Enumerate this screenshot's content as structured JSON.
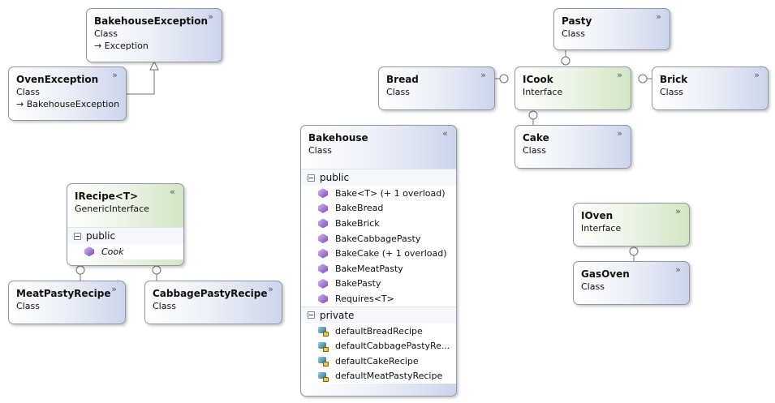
{
  "diagram": {
    "shapes": {
      "bakehouse_exception": {
        "name": "BakehouseException",
        "kind": "Class",
        "base": "→ Exception"
      },
      "oven_exception": {
        "name": "OvenException",
        "kind": "Class",
        "base": "→ BakehouseException"
      },
      "irecipe": {
        "name": "IRecipe<T>",
        "kind": "GenericInterface",
        "section": "public",
        "members": [
          "Cook"
        ]
      },
      "meat_pasty_recipe": {
        "name": "MeatPastyRecipe",
        "kind": "Class"
      },
      "cabbage_pasty_recipe": {
        "name": "CabbagePastyRecipe",
        "kind": "Class"
      },
      "bakehouse": {
        "name": "Bakehouse",
        "kind": "Class",
        "public_section": "public",
        "public_members": [
          "Bake<T> (+ 1 overload)",
          "BakeBread",
          "BakeBrick",
          "BakeCabbagePasty",
          "BakeCake (+ 1 overload)",
          "BakeMeatPasty",
          "BakePasty",
          "Requires<T>"
        ],
        "private_section": "private",
        "private_members": [
          "defaultBreadRecipe",
          "defaultCabbagePastyRe...",
          "defaultCakeRecipe",
          "defaultMeatPastyRecipe"
        ]
      },
      "pasty": {
        "name": "Pasty",
        "kind": "Class"
      },
      "bread": {
        "name": "Bread",
        "kind": "Class"
      },
      "icook": {
        "name": "ICook",
        "kind": "Interface"
      },
      "brick": {
        "name": "Brick",
        "kind": "Class"
      },
      "cake": {
        "name": "Cake",
        "kind": "Class"
      },
      "ioven": {
        "name": "IOven",
        "kind": "Interface"
      },
      "gas_oven": {
        "name": "GasOven",
        "kind": "Class"
      }
    },
    "glyphs": {
      "collapse": "«",
      "expand": "»"
    },
    "colors": {
      "class_fill": "#cdd5ec",
      "interface_fill": "#d3e6c6",
      "border": "#8f97a2",
      "connector": "#6f6f6f",
      "method_icon": "#7b4bb8",
      "field_icon": "#2a6f9a"
    }
  }
}
